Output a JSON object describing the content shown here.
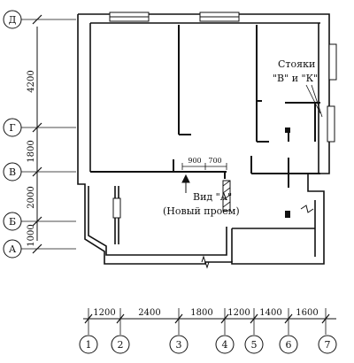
{
  "row_axes": [
    {
      "id": "ax-d",
      "label": "Д"
    },
    {
      "id": "ax-g",
      "label": "Г"
    },
    {
      "id": "ax-v",
      "label": "В"
    },
    {
      "id": "ax-b",
      "label": "Б"
    },
    {
      "id": "ax-a",
      "label": "А"
    }
  ],
  "row_dimensions": [
    "4200",
    "1800",
    "2000",
    "1000"
  ],
  "column_axes": [
    "1",
    "2",
    "3",
    "4",
    "5",
    "6",
    "7"
  ],
  "column_dimensions": [
    "1200",
    "2400",
    "1800",
    "1200",
    "1400",
    "1600"
  ],
  "opening_dimensions": [
    "900",
    "700"
  ],
  "notes": {
    "risers_line1": "Стояки",
    "risers_line2": "\"В\" и \"К\"",
    "view_line1": "Вид \"А\"",
    "view_line2": "(Новый проем)"
  }
}
